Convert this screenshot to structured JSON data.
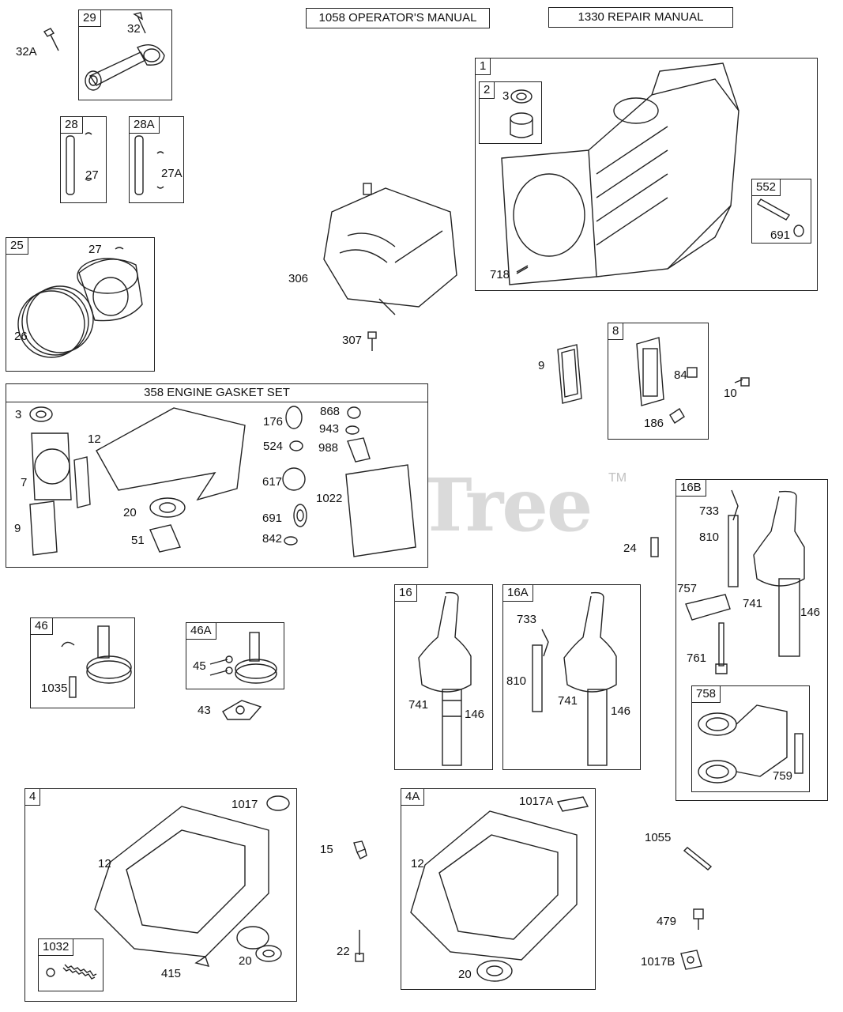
{
  "manuals": {
    "operators": "1058 OPERATOR'S MANUAL",
    "repair": "1330 REPAIR MANUAL"
  },
  "watermark": {
    "text": "PartsTree",
    "tm": "TM"
  },
  "gasket_set": {
    "title": "358 ENGINE GASKET SET"
  },
  "groups": {
    "g1": "1",
    "g2": "2",
    "g552": "552",
    "g8": "8",
    "g16B": "16B",
    "g758": "758",
    "g16": "16",
    "g16A": "16A",
    "g29": "29",
    "g28": "28",
    "g28A": "28A",
    "g25": "25",
    "g46": "46",
    "g46A": "46A",
    "g4": "4",
    "g1032": "1032",
    "g4A": "4A"
  },
  "labels": {
    "l32A": "32A",
    "l32": "32",
    "l27a": "27",
    "l27A": "27A",
    "l27b": "27",
    "l26": "26",
    "l306": "306",
    "l307": "307",
    "l3a": "3",
    "l718": "718",
    "l691a": "691",
    "l9a": "9",
    "l84": "84",
    "l10": "10",
    "l186": "186",
    "g_3": "3",
    "g_12": "12",
    "g_7": "7",
    "g_9": "9",
    "g_20": "20",
    "g_51": "51",
    "g_176": "176",
    "g_524": "524",
    "g_617": "617",
    "g_691": "691",
    "g_842": "842",
    "g_868": "868",
    "g_943": "943",
    "g_988": "988",
    "g_1022": "1022",
    "l733a": "733",
    "l810a": "810",
    "l757": "757",
    "l741a": "741",
    "l146a": "146",
    "l761": "761",
    "l24": "24",
    "l759": "759",
    "l741b": "741",
    "l146b": "146",
    "l733b": "733",
    "l810b": "810",
    "l741c": "741",
    "l146c": "146",
    "l1035": "1035",
    "l45": "45",
    "l43": "43",
    "l1017": "1017",
    "l12a": "12",
    "l415": "415",
    "l20a": "20",
    "l15": "15",
    "l22": "22",
    "l1017A": "1017A",
    "l12b": "12",
    "l20b": "20",
    "l1055": "1055",
    "l479": "479",
    "l1017B": "1017B"
  }
}
